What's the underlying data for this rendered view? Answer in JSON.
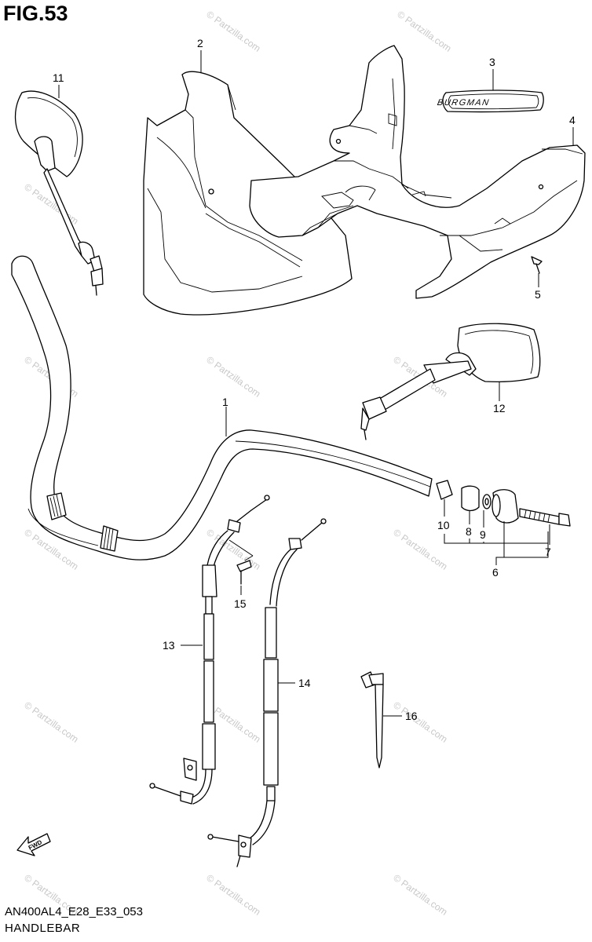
{
  "figure": {
    "title": "FIG.53",
    "code": "AN400AL4_E28_E33_053",
    "section": "HANDLEBAR"
  },
  "emblem_text": "BURGMAN",
  "watermark_text": "© Partzilla.com",
  "fwd_arrow_text": "FWD",
  "callouts": [
    "1",
    "2",
    "3",
    "4",
    "5",
    "6",
    "7",
    "8",
    "9",
    "10",
    "11",
    "12",
    "13",
    "14",
    "15",
    "16"
  ]
}
